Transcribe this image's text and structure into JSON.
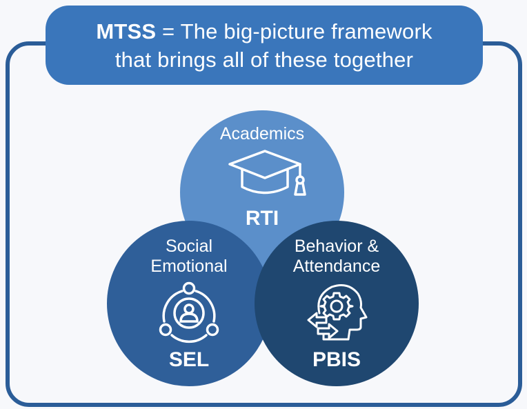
{
  "title": {
    "bold": "MTSS",
    "rest_line1": " = The big-picture framework",
    "line2": "that brings all of these together"
  },
  "circles": [
    {
      "id": "rti",
      "label_lines": [
        "Academics"
      ],
      "acronym": "RTI",
      "icon": "graduation-cap-icon",
      "color": "#5b8fca"
    },
    {
      "id": "sel",
      "label_lines": [
        "Social",
        "Emotional"
      ],
      "acronym": "SEL",
      "icon": "person-network-icon",
      "color": "#2f5f99"
    },
    {
      "id": "pbis",
      "label_lines": [
        "Behavior &",
        "Attendance"
      ],
      "acronym": "PBIS",
      "icon": "head-gear-arrows-icon",
      "color": "#1f4770"
    }
  ],
  "colors": {
    "background": "#f7f8fb",
    "frame_border": "#2b5d98",
    "title_fill": "#3a76bb",
    "text": "#ffffff"
  }
}
